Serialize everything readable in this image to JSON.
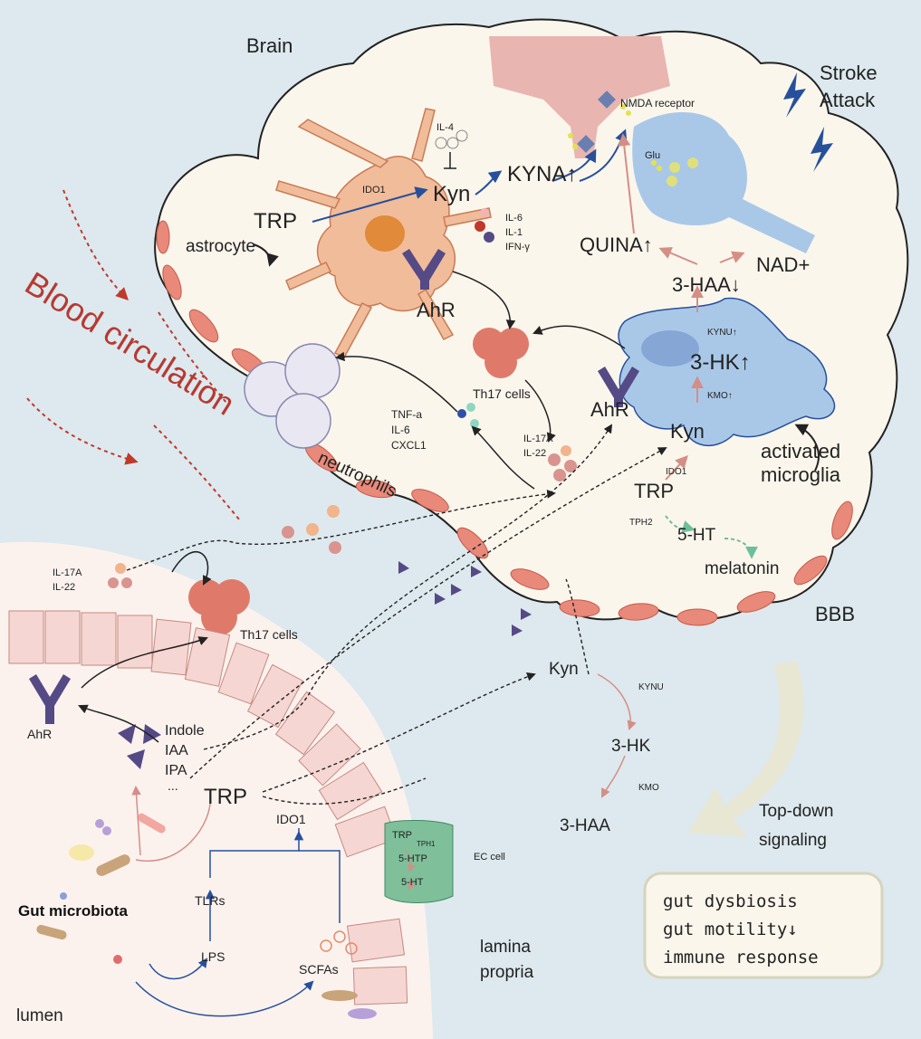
{
  "labels": {
    "brain": "Brain",
    "stroke": [
      "Stroke",
      "Attack"
    ],
    "nmda": "NMDA receptor",
    "glu": "Glu",
    "il4": "IL-4",
    "ido1_astro": "IDO1",
    "kyn_astro": "Kyn",
    "kyna": "KYNA↑",
    "trp_astro": "TRP",
    "cytokines_astro": [
      "IL-6",
      "IL-1",
      "IFN-γ"
    ],
    "astrocyte": "astrocyte",
    "ahr_astro": "AhR",
    "quina": "QUINA↑",
    "nad": "NAD+",
    "haa_micro": "3-HAA↓",
    "kynu_micro": "KYNU↑",
    "hk_micro": "3-HK↑",
    "kmo_micro": "KMO↑",
    "ahr_micro": "AhR",
    "kyn_micro": "Kyn",
    "ido1_micro": "IDO1",
    "trp_micro": "TRP",
    "activated_microglia": [
      "activated",
      "microglia"
    ],
    "tph2": "TPH2",
    "ht5_brain": "5-HT",
    "melatonin": "melatonin",
    "bbb": "BBB",
    "blood_circulation": "Blood circulation",
    "neutrophils": "neutrophils",
    "th17_brain": "Th17 cells",
    "neutro_cytokines": [
      "TNF-a",
      "IL-6",
      "CXCL1"
    ],
    "il17_brain": [
      "IL-17A",
      "IL-22"
    ],
    "il17_gut": [
      "IL-17A",
      "IL-22"
    ],
    "th17_gut": "Th17 cells",
    "ahr_gut": "AhR",
    "indoles": [
      "Indole",
      "IAA",
      "IPA",
      "..."
    ],
    "trp_gut": "TRP",
    "ido1_gut": "IDO1",
    "tlrs": "TLRs",
    "lps": "LPS",
    "scfas": "SCFAs",
    "gut_microbiota": "Gut microbiota",
    "lumen": "lumen",
    "ec_cell": "EC cell",
    "ec_trp": "TRP",
    "ec_tph1": "TPH1",
    "ec_5htp": "5-HTP",
    "ec_5ht": "5-HT",
    "lamina": [
      "lamina",
      "propria"
    ],
    "kyn_path": "Kyn",
    "kynu_path": "KYNU",
    "hk_path": "3-HK",
    "kmo_path": "KMO",
    "haa_path": "3-HAA",
    "topdown": [
      "Top-down",
      "signaling"
    ],
    "effects": [
      "gut dysbiosis",
      "gut motility↓",
      "immune response"
    ]
  },
  "colors": {
    "background": "#dde9ee",
    "brain_fill": "#fbf6ec",
    "gut_fill": "#fbf2ee",
    "endothelium": "#e8897a",
    "astrocyte": "#f1bc9a",
    "microglia": "#a9c8e8",
    "th17": "#df7a6a",
    "ahr": "#554a85",
    "blood_text": "#b63a32",
    "arrow_blue": "#27509c",
    "arrow_pink": "#d58e85",
    "epithelium": "#f6d6d2",
    "ec_cell": "#7fbf9a",
    "topdown_arrow": "#e8e7d4"
  }
}
